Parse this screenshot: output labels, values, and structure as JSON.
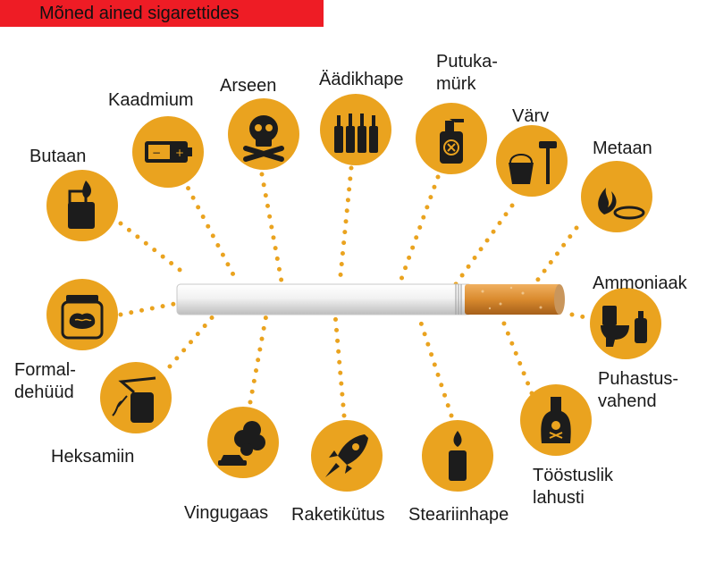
{
  "title": "Mõned ained sigarettides",
  "colors": {
    "title_bg": "#ee1c25",
    "icon_bg": "#eaa31f",
    "icon_fg": "#1c1c1c",
    "dots": "#eaa31f",
    "filter": "#d98a2e"
  },
  "items": [
    {
      "label": "Butaan",
      "icon": "lighter-icon"
    },
    {
      "label": "Kaadmium",
      "icon": "battery-icon"
    },
    {
      "label": "Arseen",
      "icon": "skull-crossbones-icon"
    },
    {
      "label": "Äädikhape",
      "icon": "bottles-icon"
    },
    {
      "label": "Putuka-\nmürk",
      "icon": "spray-bottle-icon"
    },
    {
      "label": "Värv",
      "icon": "paint-bucket-roller-icon"
    },
    {
      "label": "Metaan",
      "icon": "gas-flame-icon"
    },
    {
      "label": "Ammoniaak",
      "icon": "toilet-cleaner-icon"
    },
    {
      "label": "Formal-\ndehüüd",
      "icon": "brain-jar-icon"
    },
    {
      "label": "Heksamiin",
      "icon": "blowtorch-icon"
    },
    {
      "label": "Vingugaas",
      "icon": "car-exhaust-icon"
    },
    {
      "label": "Raketikütus",
      "icon": "rocket-icon"
    },
    {
      "label": "Steariinhape",
      "icon": "candle-icon"
    },
    {
      "label": "Tööstuslik\nlahusti",
      "icon": "poison-bottle-icon"
    },
    {
      "label": "Puhastus-\nvahend",
      "icon": "cleaning-agent-icon"
    }
  ]
}
